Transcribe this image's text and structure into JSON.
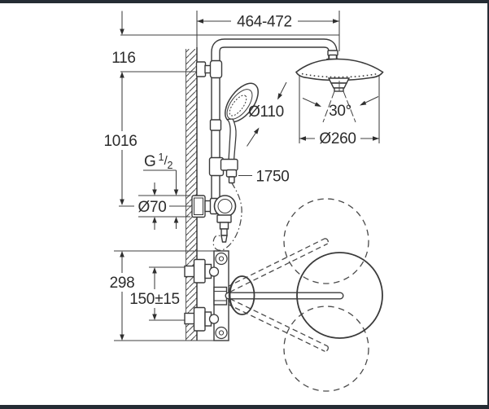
{
  "frame": {
    "color": "#252c34"
  },
  "drawing": {
    "background": "#ffffff",
    "stroke_color": "#3a3a3a",
    "text_color": "#2c2c2c",
    "description": "Shower system installation dimension drawing: front elevation with riser rail, head shower, hand shower and thermostat, plus plan view with swivel arm positions"
  },
  "front_view": {
    "width_range": "464-472",
    "top_offset": "116",
    "riser_height": "1016",
    "hand_shower_diameter": "Ø110",
    "spray_angle": "30°",
    "head_shower_diameter": "Ø260",
    "hose_length": "1750",
    "escutcheon_diameter": "Ø70",
    "thread": {
      "letter": "G",
      "numerator": "1",
      "slash": "/",
      "denominator": "2"
    }
  },
  "plan_view": {
    "depth": "298",
    "connection_spacing": "150±15"
  }
}
